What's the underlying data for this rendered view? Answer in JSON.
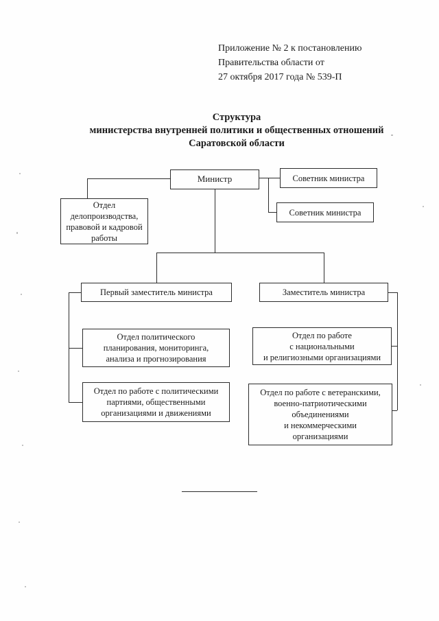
{
  "header": {
    "lines": [
      "Приложение № 2 к постановлению",
      "Правительства области от",
      "27 октября 2017 года № 539-П"
    ]
  },
  "title": {
    "lines": [
      "Структура",
      "министерства внутренней политики и общественных отношений",
      "Саратовской области"
    ]
  },
  "chart": {
    "minister": "Министр",
    "advisor1": "Советник министра",
    "advisor2": "Советник министра",
    "clerical": "Отдел\nделопроизводства,\nправовой и кадровой\nработы",
    "first_deputy": "Первый заместитель министра",
    "deputy": "Заместитель министра",
    "planning": "Отдел политического\nпланирования, мониторинга,\nанализа и прогнозирования",
    "parties": "Отдел по работе с политическими\nпартиями, общественными\nорганизациями и движениями",
    "national": "Отдел по работе\nс национальными\nи религиозными организациями",
    "veterans": "Отдел по работе с ветеранскими,\nвоенно-патриотическими\nобъединениями\nи некоммерческими\nорганизациями"
  },
  "colors": {
    "ink": "#1b1b1b",
    "line": "#2b2b2b",
    "paper": "#fefefe"
  }
}
